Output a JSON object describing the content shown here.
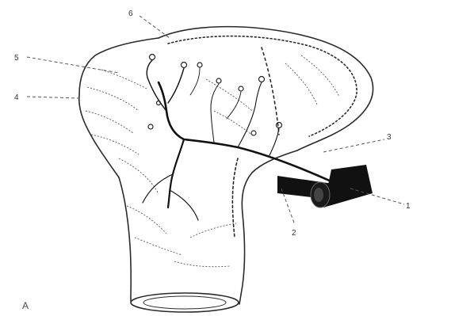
{
  "figure": {
    "panel_letter": "A",
    "callouts": [
      {
        "id": "1",
        "text": "1"
      },
      {
        "id": "2",
        "text": "2"
      },
      {
        "id": "3",
        "text": "3"
      },
      {
        "id": "4",
        "text": "4"
      },
      {
        "id": "5",
        "text": "5"
      },
      {
        "id": "6",
        "text": "6"
      }
    ]
  },
  "colors": {
    "background": "#ffffff",
    "ink": "#2a2a2a",
    "vessel": "#111111",
    "leader": "#555555"
  }
}
